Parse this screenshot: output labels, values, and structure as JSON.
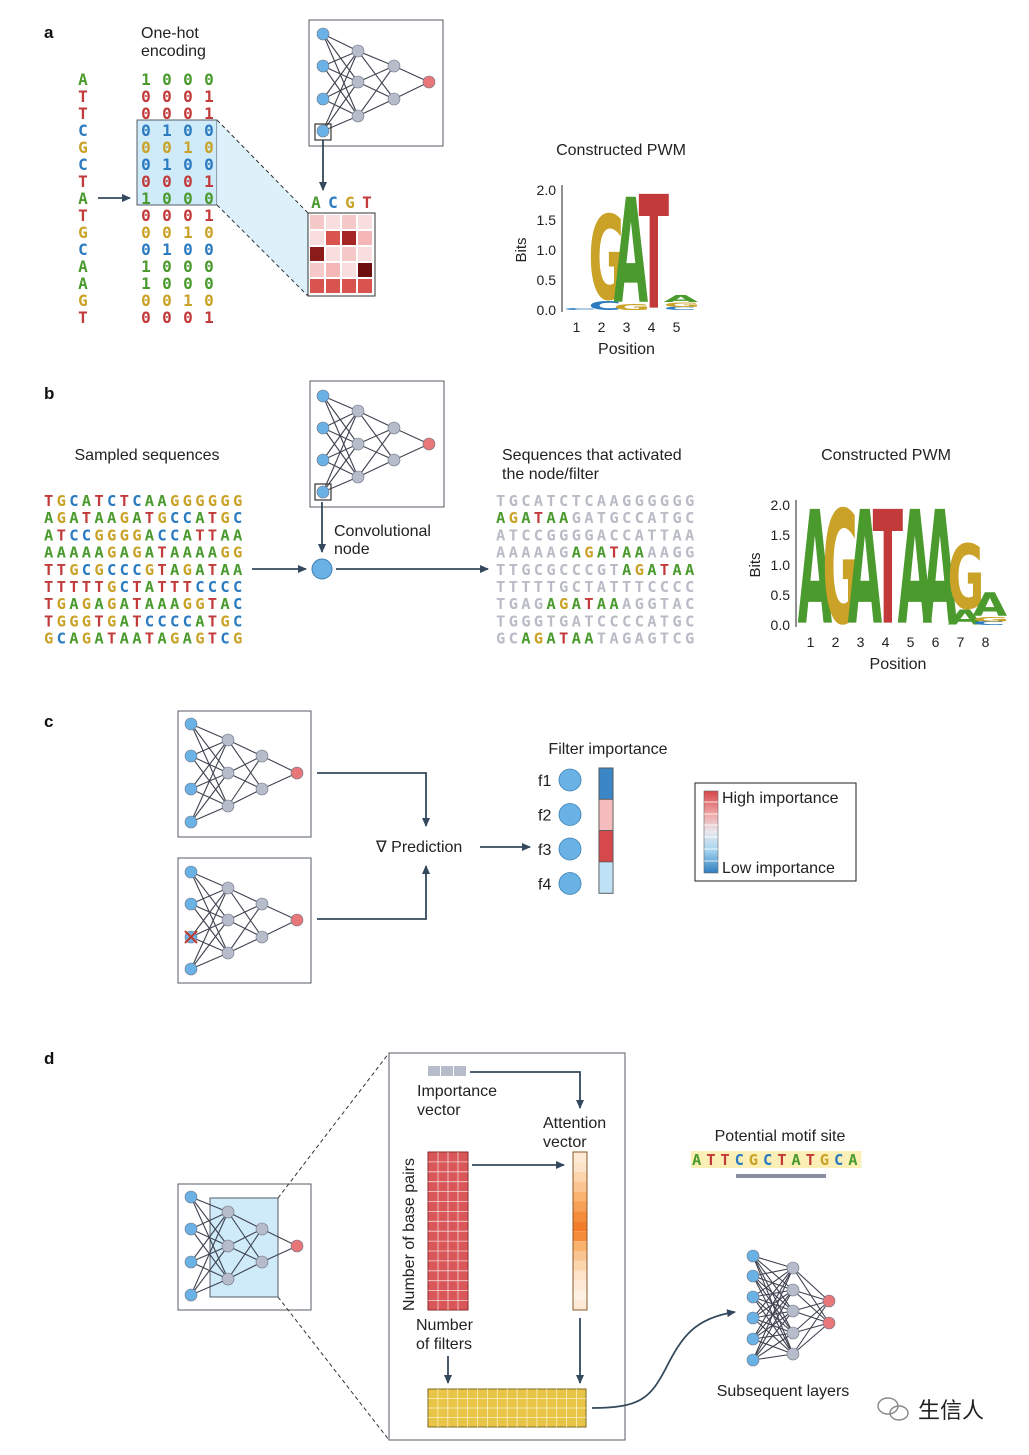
{
  "colors": {
    "A": "#4a9a2e",
    "C": "#2b7bc0",
    "G": "#c9a227",
    "T": "#c23a3a",
    "inactive": "#b9bcc6",
    "input_node": "#6ab2e6",
    "hidden_node": "#b7bccb",
    "output_node": "#e8777a",
    "highlight_fill": "#cfeaf8"
  },
  "panel_a": {
    "label": "a",
    "onehot_title_line1": "One-hot",
    "onehot_title_line2": "encoding",
    "sequence": [
      "A",
      "T",
      "T",
      "C",
      "G",
      "C",
      "T",
      "A",
      "T",
      "G",
      "C",
      "A",
      "A",
      "G",
      "T"
    ],
    "onehot": [
      "1 0 0 0",
      "0 0 0 1",
      "0 0 0 1",
      "0 1 0 0",
      "0 0 1 0",
      "0 1 0 0",
      "0 0 0 1",
      "1 0 0 0",
      "0 0 0 1",
      "0 0 1 0",
      "0 1 0 0",
      "1 0 0 0",
      "1 0 0 0",
      "0 0 1 0",
      "0 0 0 1"
    ],
    "filter_header": [
      "A",
      "C",
      "G",
      "T"
    ],
    "pwm_title": "Constructed PWM",
    "ylabel": "Bits",
    "xlabel": "Position",
    "yticks": [
      "2.0",
      "1.5",
      "1.0",
      "0.5",
      "0.0"
    ],
    "xticks": [
      "1",
      "2",
      "3",
      "4",
      "5"
    ],
    "logo": [
      {
        "pos": 1,
        "letters": [
          {
            "l": "C",
            "bits": 0.03
          }
        ]
      },
      {
        "pos": 2,
        "letters": [
          {
            "l": "G",
            "bits": 1.45
          },
          {
            "l": "C",
            "bits": 0.15
          }
        ]
      },
      {
        "pos": 3,
        "letters": [
          {
            "l": "A",
            "bits": 1.8
          },
          {
            "l": "G",
            "bits": 0.1
          }
        ]
      },
      {
        "pos": 4,
        "letters": [
          {
            "l": "T",
            "bits": 1.95
          }
        ]
      },
      {
        "pos": 5,
        "letters": [
          {
            "l": "A",
            "bits": 0.12
          },
          {
            "l": "G",
            "bits": 0.08
          },
          {
            "l": "C",
            "bits": 0.05
          }
        ]
      }
    ]
  },
  "panel_b": {
    "label": "b",
    "sampled_title": "Sampled sequences",
    "sequences": [
      "TGCATCTCAAGGGGGG",
      "AGATAAGATGCCATGC",
      "ATCCGGGGACCATTAA",
      "AAAAAGAGATAAAAGG",
      "TTGCGCCCGTAGATAA",
      "TTTTTGCTATTTCCCC",
      "TGAGAGATAAAGGTAC",
      "TGGGTGATCCCCATGC",
      "GCAGATAATAGAGTCG"
    ],
    "activated_title_line1": "Sequences that activated",
    "activated_title_line2": "the node/filter",
    "activation_spans": [
      null,
      [
        0,
        6
      ],
      null,
      [
        6,
        12
      ],
      [
        10,
        16
      ],
      null,
      [
        4,
        10
      ],
      null,
      [
        2,
        8
      ]
    ],
    "node_label_line1": "Convolutional",
    "node_label_line2": "node",
    "pwm_title": "Constructed PWM",
    "ylabel": "Bits",
    "xlabel": "Position",
    "yticks": [
      "2.0",
      "1.5",
      "1.0",
      "0.5",
      "0.0"
    ],
    "xticks": [
      "1",
      "2",
      "3",
      "4",
      "5",
      "6",
      "7",
      "8"
    ],
    "logo": [
      {
        "pos": 1,
        "letters": [
          {
            "l": "A",
            "bits": 1.95
          }
        ]
      },
      {
        "pos": 2,
        "letters": [
          {
            "l": "G",
            "bits": 1.95
          }
        ]
      },
      {
        "pos": 3,
        "letters": [
          {
            "l": "A",
            "bits": 1.95
          }
        ]
      },
      {
        "pos": 4,
        "letters": [
          {
            "l": "T",
            "bits": 1.95
          }
        ]
      },
      {
        "pos": 5,
        "letters": [
          {
            "l": "A",
            "bits": 1.95
          }
        ]
      },
      {
        "pos": 6,
        "letters": [
          {
            "l": "A",
            "bits": 1.95
          }
        ]
      },
      {
        "pos": 7,
        "letters": [
          {
            "l": "G",
            "bits": 1.1
          },
          {
            "l": "A",
            "bits": 0.25
          }
        ]
      },
      {
        "pos": 8,
        "letters": [
          {
            "l": "A",
            "bits": 0.4
          },
          {
            "l": "G",
            "bits": 0.08
          },
          {
            "l": "C",
            "bits": 0.06
          }
        ]
      }
    ]
  },
  "panel_c": {
    "label": "c",
    "prediction_label": "∇ Prediction",
    "importance_title": "Filter importance",
    "filters": [
      "f1",
      "f2",
      "f3",
      "f4"
    ],
    "filter_importance": [
      -0.85,
      0.3,
      0.8,
      -0.3
    ],
    "legend_high": "High importance",
    "legend_low": "Low importance"
  },
  "panel_d": {
    "label": "d",
    "importance_vector_line1": "Importance",
    "importance_vector_line2": "vector",
    "attention_vector_line1": "Attention",
    "attention_vector_line2": "vector",
    "base_pairs_label": "Number of base pairs",
    "filters_label_line1": "Number",
    "filters_label_line2": "of filters",
    "motif_title": "Potential motif site",
    "motif_sequence": "ATTCGCTATGCA",
    "motif_highlight": [
      3,
      9
    ],
    "subsequent_label": "Subsequent layers"
  },
  "watermark": "生信人"
}
